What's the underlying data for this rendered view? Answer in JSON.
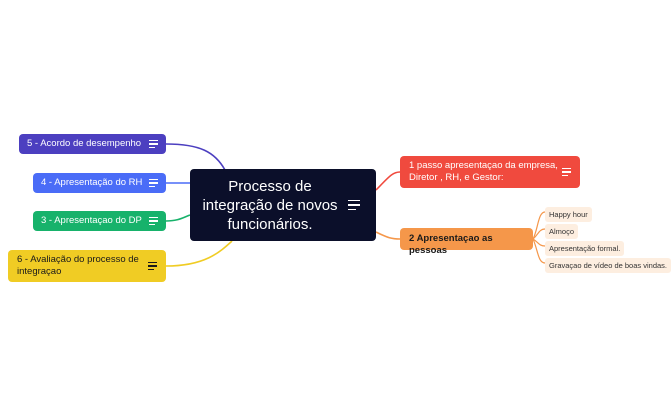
{
  "central": {
    "label": "Processo de integração de novos funcionários."
  },
  "left_topics": [
    {
      "label": "5 - Acordo de desempenho",
      "color": "#4c3fc0"
    },
    {
      "label": "4 - Apresentação do RH",
      "color": "#4a6cf7"
    },
    {
      "label": "3 - Apresentaçao do DP",
      "color": "#17b26b"
    },
    {
      "label": "6 - Avaliação do processo de integraçao",
      "color": "#f0cc24"
    }
  ],
  "right_topics": [
    {
      "label": "1 passo apresentaçao da empresa, Diretor , RH, e Gestor:",
      "color": "#f04a3e"
    },
    {
      "label": "2 Apresentaçao as pessoas",
      "color": "#f5974a",
      "children": [
        "Happy hour",
        "Almoço",
        "Apresentação formal.",
        "Gravaçao de vídeo de boas vindas."
      ]
    }
  ],
  "icons": {
    "notes": "notes-icon"
  }
}
